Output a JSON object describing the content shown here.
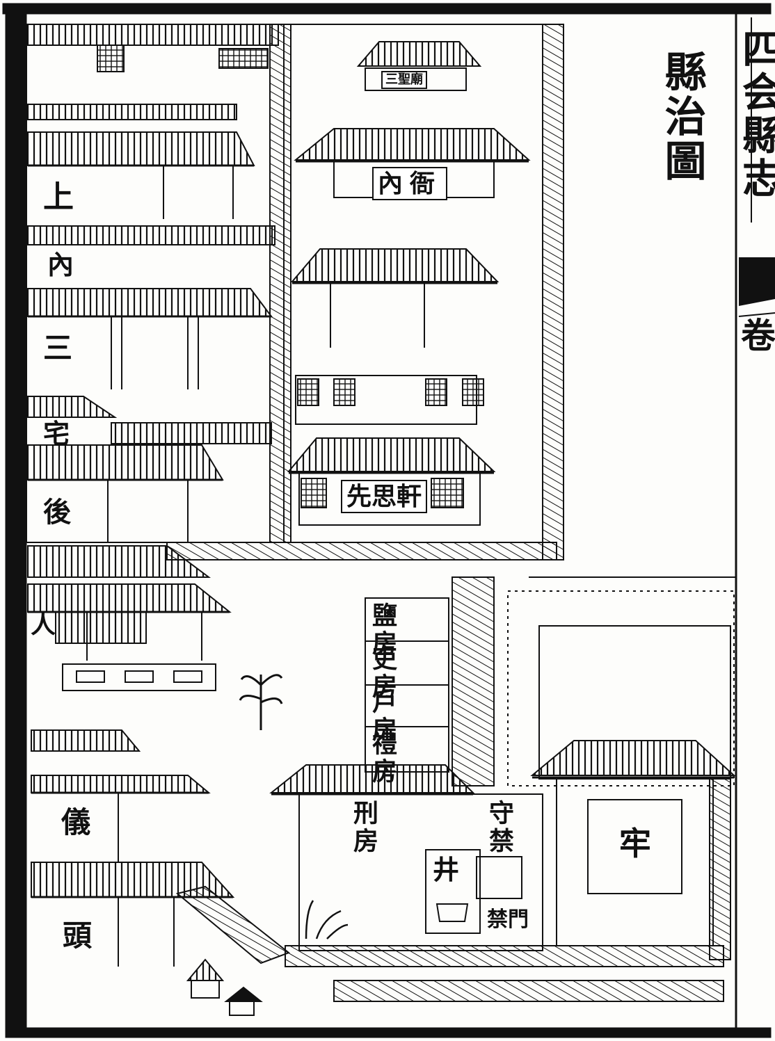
{
  "title": "縣治圖",
  "side_margin": {
    "top_chars": "四会縣志",
    "juan_char": "卷"
  },
  "labels": {
    "san_sheng_miao": "三聖廟",
    "nei_ya": "內衙",
    "xian_si_xuan": "先思軒",
    "shang": "上",
    "nei": "內",
    "san": "三",
    "zhai": "宅",
    "hou": "後",
    "ru": "人",
    "yi": "儀",
    "tou": "頭",
    "yan_fang": "鹽房",
    "li_fang": "吏房",
    "hu_fang": "戶房",
    "li_fang_rites": "禮房",
    "xing_fang": "刑房",
    "shou_jin": "守禁",
    "jing": "井",
    "jin_men": "禁門",
    "lao": "牢"
  },
  "colors": {
    "ink": "#111111",
    "paper": "#fdfdfb"
  }
}
